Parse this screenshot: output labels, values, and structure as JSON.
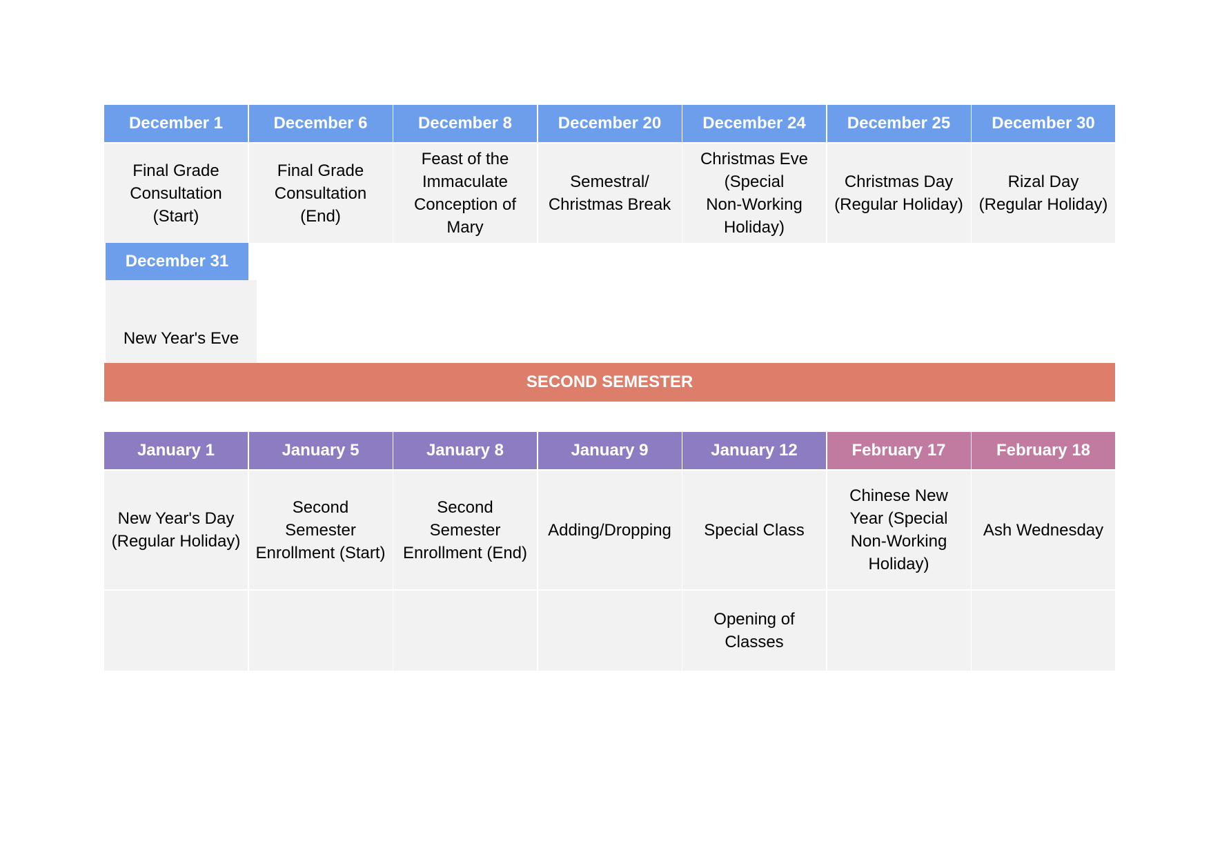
{
  "first_block": {
    "headers": [
      "December 1",
      "December 6",
      "December 8",
      "December 20",
      "December 24",
      "December 25",
      "December 30"
    ],
    "events": [
      [
        "Final Grade",
        "Consultation",
        "(Start)"
      ],
      [
        "Final Grade",
        "Consultation",
        "(End)"
      ],
      [
        "Feast of the",
        "Immaculate",
        "Conception of",
        "Mary"
      ],
      [
        "Semestral/",
        "Christmas Break"
      ],
      [
        "Christmas Eve",
        "(Special",
        "Non-Working",
        "Holiday)"
      ],
      [
        "Christmas Day",
        "(Regular Holiday)"
      ],
      [
        "Rizal Day",
        "(Regular Holiday)"
      ]
    ]
  },
  "dec31": {
    "header": "December 31",
    "event": "New Year's Eve"
  },
  "banner": {
    "title": "SECOND SEMESTER"
  },
  "second_block": {
    "headers": [
      "January 1",
      "January 5",
      "January 8",
      "January 9",
      "January 12",
      "February 17",
      "February 18"
    ],
    "events_row1": [
      [
        "New Year's Day",
        "(Regular Holiday)"
      ],
      [
        "Second",
        "Semester",
        "Enrollment (Start)"
      ],
      [
        "Second",
        "Semester",
        "Enrollment (End)"
      ],
      [
        "Adding/Dropping"
      ],
      [
        "Special Class"
      ],
      [
        "Chinese New",
        "Year (Special",
        "Non-Working",
        "Holiday)"
      ],
      [
        "Ash Wednesday"
      ]
    ],
    "events_row2": [
      [],
      [],
      [],
      [],
      [
        "Opening of",
        "Classes"
      ],
      [],
      []
    ]
  },
  "colors": {
    "december_header": "#6d9eeb",
    "january_header": "#8e7cc3",
    "february_header": "#c27ba0",
    "banner": "#dd7e6b",
    "cell_background": "#f2f2f2"
  }
}
